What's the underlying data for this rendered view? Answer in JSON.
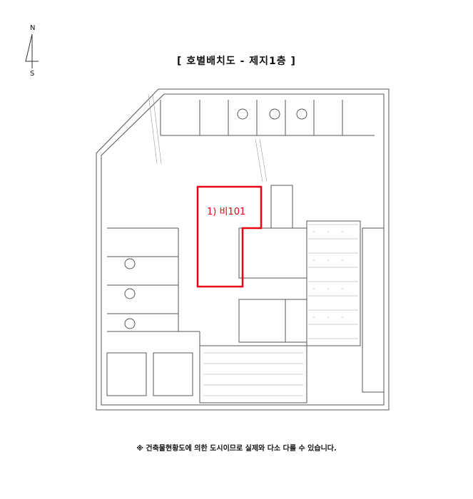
{
  "compass": {
    "north": "N",
    "south": "S"
  },
  "title": "[ 호별배치도 - 제지1층 ]",
  "unit_label": "1) 비101",
  "footnote": "※ 건축물현황도에 의한 도시이므로 실제와 다소 다를 수 있습니다.",
  "colors": {
    "highlight": "#e60012",
    "lines": "#555555"
  }
}
